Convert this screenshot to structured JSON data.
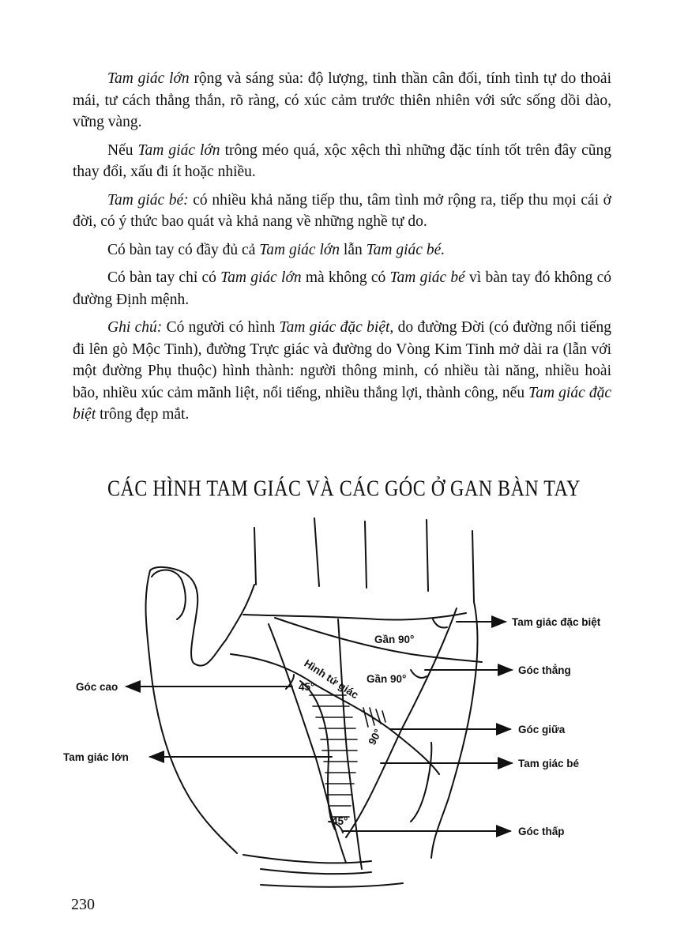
{
  "paragraphs": [
    {
      "segments": [
        {
          "text": "Tam giác lớn",
          "italic": true
        },
        {
          "text": " rộng và sáng sủa: độ lượng, tinh thần cân đối, tính tình tự do thoải mái, tư cách thẳng thắn, rõ ràng, có xúc cảm trước thiên nhiên với sức sống dồi dào, vững vàng."
        }
      ]
    },
    {
      "segments": [
        {
          "text": "Nếu "
        },
        {
          "text": "Tam giác lớn",
          "italic": true
        },
        {
          "text": " trông méo quá, xộc xệch thì những đặc tính tốt trên đây cũng thay đổi, xấu đi ít hoặc nhiều."
        }
      ]
    },
    {
      "segments": [
        {
          "text": "Tam giác bé:",
          "italic": true
        },
        {
          "text": " có nhiều khả năng tiếp thu, tâm tình mở rộng ra, tiếp thu mọi cái ở đời, có ý thức bao quát và khả nang về những nghề tự do."
        }
      ]
    },
    {
      "segments": [
        {
          "text": "Có bàn tay có đầy đủ cả "
        },
        {
          "text": "Tam giác lớn",
          "italic": true
        },
        {
          "text": " lẫn "
        },
        {
          "text": "Tam giác bé.",
          "italic": true
        }
      ]
    },
    {
      "segments": [
        {
          "text": "Có bàn tay chỉ có "
        },
        {
          "text": "Tam giác lớn",
          "italic": true
        },
        {
          "text": " mà không có "
        },
        {
          "text": "Tam giác bé",
          "italic": true
        },
        {
          "text": " vì bàn tay đó không có đường Định mệnh."
        }
      ]
    },
    {
      "segments": [
        {
          "text": "Ghi chú:",
          "italic": true
        },
        {
          "text": " Có người có hình "
        },
        {
          "text": "Tam giác đặc biệt,",
          "italic": true
        },
        {
          "text": " do đường Đời (có đường nổi tiếng đi lên gò Mộc Tinh), đường Trực giác và đường do Vòng Kim Tinh mở dài ra (lẫn với một đường Phụ thuộc) hình thành: người thông minh, có nhiều tài năng, nhiều hoài bão, nhiều xúc cảm mãnh liệt, nổi tiếng, nhiều thắng lợi, thành công, nếu "
        },
        {
          "text": "Tam giác đặc biệt",
          "italic": true
        },
        {
          "text": " trông đẹp mắt."
        }
      ]
    }
  ],
  "heading": "CÁC HÌNH TAM GIÁC VÀ CÁC GÓC Ở GAN BÀN TAY",
  "diagram": {
    "right_labels": {
      "tam_giac_dac_biet": "Tam giác đặc biệt",
      "goc_thang": "Góc thẳng",
      "goc_giua": "Góc giữa",
      "tam_giac_be": "Tam giác bé",
      "goc_thap": "Góc thấp"
    },
    "left_labels": {
      "goc_cao": "Góc cao",
      "tam_giac_lon": "Tam giác lớn"
    },
    "inner_labels": {
      "gan_90_top": "Gần 90°",
      "gan_90_mid": "Gần 90°",
      "hinh_tu_giac": "Hình tứ giác",
      "angle_45_top": "45°",
      "angle_90": "90°",
      "angle_45_bottom": "45°"
    }
  },
  "page_number": "230"
}
